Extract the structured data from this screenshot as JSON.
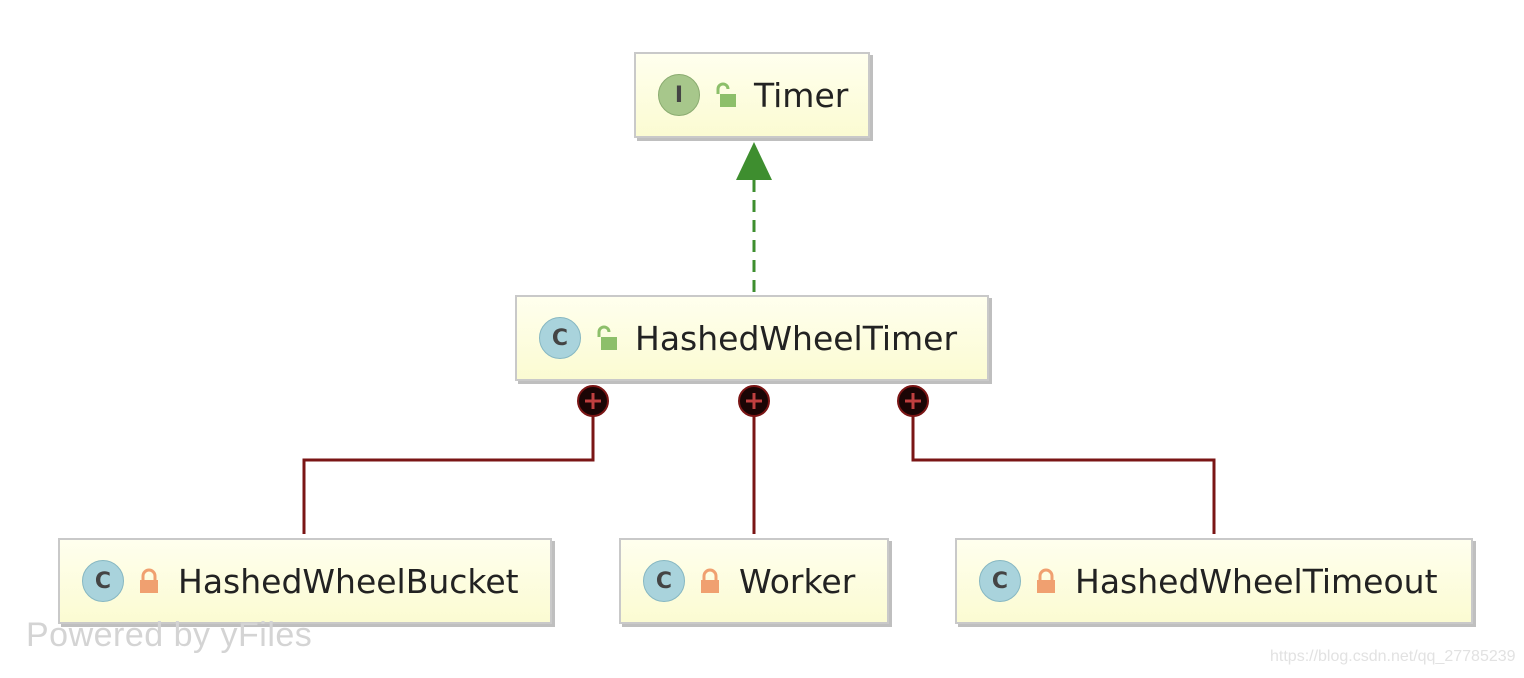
{
  "diagram": {
    "nodes": {
      "timer": {
        "label": "Timer",
        "badge": "I",
        "kind": "interface",
        "access": "public"
      },
      "hashed_wheel_timer": {
        "label": "HashedWheelTimer",
        "badge": "C",
        "kind": "class",
        "access": "public"
      },
      "bucket": {
        "label": "HashedWheelBucket",
        "badge": "C",
        "kind": "class",
        "access": "private"
      },
      "worker": {
        "label": "Worker",
        "badge": "C",
        "kind": "class",
        "access": "private"
      },
      "timeout": {
        "label": "HashedWheelTimeout",
        "badge": "C",
        "kind": "class",
        "access": "private"
      }
    },
    "edges": [
      {
        "from": "hashed_wheel_timer",
        "to": "timer",
        "type": "implements"
      },
      {
        "from": "hashed_wheel_timer",
        "to": "bucket",
        "type": "inner-class"
      },
      {
        "from": "hashed_wheel_timer",
        "to": "worker",
        "type": "inner-class"
      },
      {
        "from": "hashed_wheel_timer",
        "to": "timeout",
        "type": "inner-class"
      }
    ],
    "colors": {
      "implements_edge": "#3e8e2f",
      "inner_edge": "#7a1515",
      "node_fill": "#fcfcd8",
      "interface_badge": "#a7c78b",
      "class_badge": "#a9d3dc",
      "public_lock": "#8dbf6a",
      "private_lock": "#f0a070"
    }
  },
  "watermark": {
    "powered_by": "Powered by yFiles",
    "url": "https://blog.csdn.net/qq_27785239"
  }
}
